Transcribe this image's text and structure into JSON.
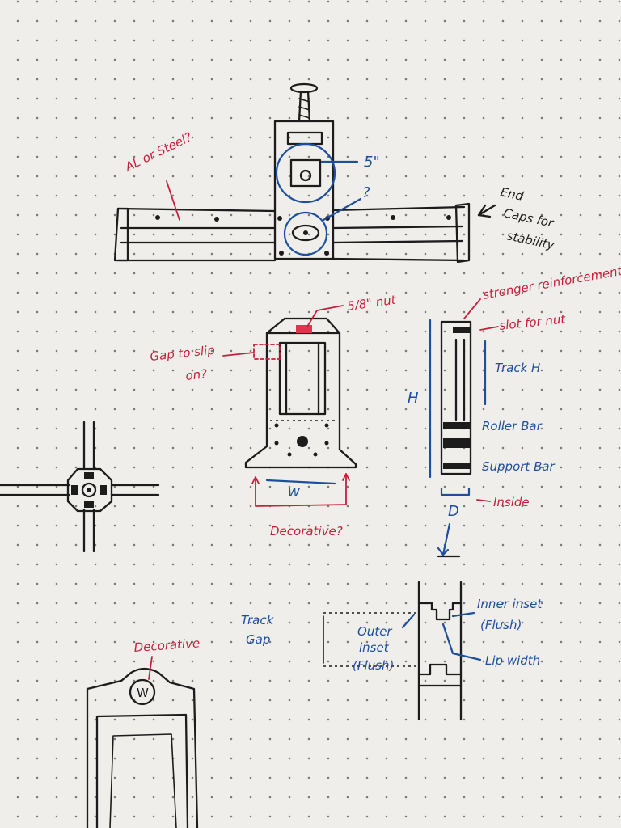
{
  "labels": {
    "material": "AL or Steel?",
    "size_5in": "5\"",
    "question": "?",
    "end_caps_1": "End",
    "end_caps_2": "Caps for",
    "end_caps_3": "stability",
    "stronger_reinforcement": "stronger reinforcement",
    "nut_5_8": "5/8\" nut",
    "gap_1": "Gap to slip",
    "gap_2": "on?",
    "slot_for_nut": "slot for nut",
    "track_h": "Track H",
    "h": "H",
    "roller_bar": "Roller Bar",
    "support_bar": "Support Bar",
    "w": "W",
    "decorative_q": "Decorative?",
    "d": "D",
    "inside": "Inside",
    "track_gap_1": "Track",
    "track_gap_2": "Gap",
    "outer_inset_1": "Outer",
    "outer_inset_2": "inset",
    "outer_inset_3": "(Flush)",
    "inner_inset_1": "Inner inset",
    "inner_inset_2": "(Flush)",
    "lip_width": "Lip width",
    "decorative": "Decorative",
    "w_circle": "W"
  },
  "colors": {
    "ink": "#1c1c1c",
    "red": "#c8203a",
    "blue": "#1d4f9e",
    "paper": "#efeeeb"
  }
}
